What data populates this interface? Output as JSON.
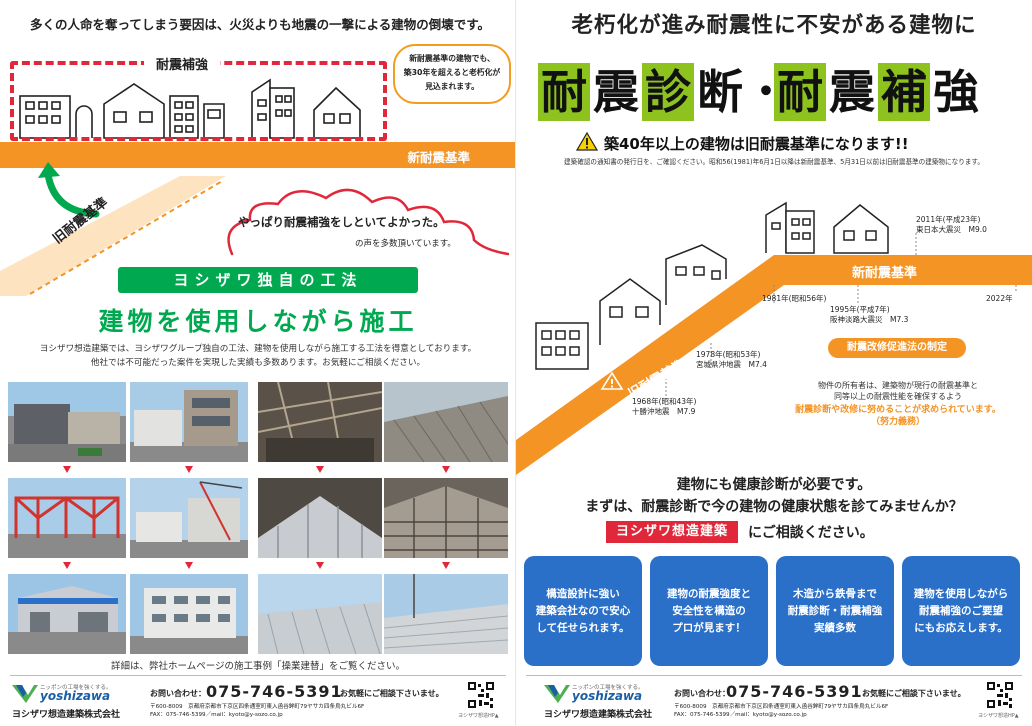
{
  "left": {
    "lead": "多くの人命を奪ってしまう要因は、火災よりも地震の一撃による建物の倒壊です。",
    "reinforce_label": "耐震補強",
    "speech": "新耐震基準の建物でも、\n築30年を超えると老朽化が\n見込まれます。",
    "new_standard": "新耐震基準",
    "old_standard": "旧耐震基準",
    "cloud_text": "やっぱり耐震補強をしといてよかった。",
    "cloud_sub": "の声を多数頂いています。",
    "method_banner": "ヨシザワ独自の工法",
    "method_title": "建物を使用しながら施工",
    "method_desc_1": "ヨシザワ想造建築では、ヨシザワグループ独自の工法、建物を使用しながら施工する工法を得意としております。",
    "method_desc_2": "他社では不可能だった案件を実現した実績も多数あります。お気軽にご相談ください。",
    "detail": "詳細は、弊社ホームページの施工事例「操業建替」をご覧ください。"
  },
  "footer": {
    "logo_tagline": "ニッポンの工場を強くする。",
    "logo_name": "yoshizawa",
    "company": "ヨシザワ想造建築株式会社",
    "contact_label": "お問い合わせ：",
    "tel": "075-746-5391",
    "contact_note": "お気軽にご相談下さいませ。",
    "address": "〒600-8009　京都府京都市下京区四条通室町東入函谷鉾町79ヤサカ四条烏丸ビル6F",
    "fax_mail": "FAX：075-746-5399／mail：kyoto@y-sozo.co.jp",
    "qr_caption": "ヨシザワ想造HP▲"
  },
  "right": {
    "headline": "老朽化が進み耐震性に不安がある建物に",
    "title_chars": [
      "耐",
      "震",
      "診",
      "断",
      "・",
      "耐",
      "震",
      "補",
      "強"
    ],
    "warning": "築40年以上の建物は旧耐震基準になります!!",
    "warning_sub": "建築確認の通知書の発行日を、ご確認ください。昭和56(1981)年6月1日以降は新耐震基準、5月31日以前は旧耐震基準の建築物になります。",
    "new_standard": "新耐震基準",
    "old_standard": "旧耐震基準",
    "events": [
      {
        "year": "2011年(平成23年)",
        "name": "東日本大震災　M9.0"
      },
      {
        "year": "1981年(昭和56年)",
        "name": ""
      },
      {
        "year": "2022年",
        "name": ""
      },
      {
        "year": "1995年(平成7年)",
        "name": "阪神淡路大震災　M7.3"
      },
      {
        "year": "1978年(昭和53年)",
        "name": "宮城県沖地震　M7.4"
      },
      {
        "year": "1968年(昭和43年)",
        "name": "十勝沖地震　M7.9"
      }
    ],
    "promo_badge": "耐震改修促進法の制定",
    "promo_desc": "物件の所有者は、建築物が現行の耐震基準と\n同等以上の耐震性能を確保するよう",
    "promo_em": "耐震診断や改修に努めることが求められています。\n（努力義務）",
    "health1": "建物にも健康診断が必要です。",
    "health2": "まずは、耐震診断で今の建物の健康状態を診てみませんか？",
    "consult_badge": "ヨシザワ想造建築",
    "consult_text": "にご相談ください。",
    "cards": [
      "構造設計に強い\n建築会社なので安心\nして任せられます。",
      "建物の耐震強度と\n安全性を構造の\nプロが見ます！",
      "木造から鉄骨まで\n耐震診断・耐震補強\n実績多数",
      "建物を使用しながら\n耐震補強のご要望\nにもお応えします。"
    ]
  },
  "colors": {
    "orange": "#f39425",
    "green": "#00a84f",
    "lime": "#8dc21f",
    "red": "#e0283a",
    "blue": "#2a6fc8"
  }
}
